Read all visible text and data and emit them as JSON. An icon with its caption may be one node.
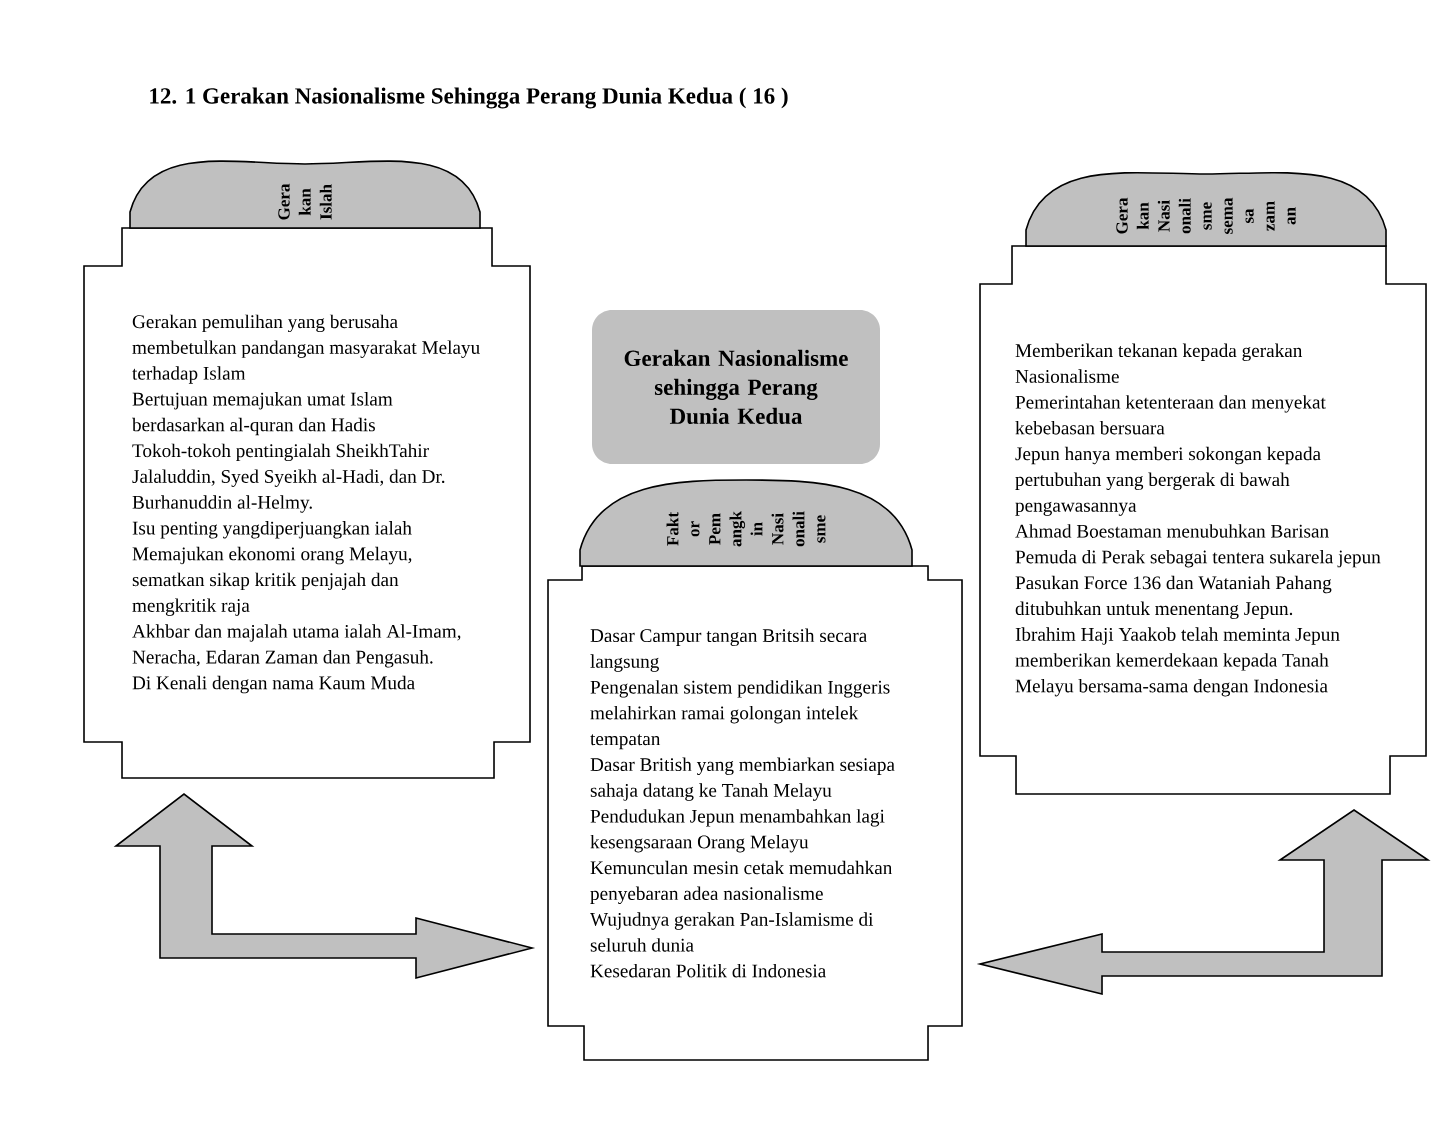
{
  "diagram": {
    "title": "12. 1 Gerakan Nasionalisme Sehingga Perang Dunia Kedua ( 16 )",
    "nodes": [
      {
        "text": [
          "Gera kan Islah",
          "Gerakan pemulihan yang berusaha membetulkan pandangan masyarakat Melayu terhadap Islam",
          "Bertujuan memajukan umat Islam berdasarkan al-quran dan Hadis",
          "Tokoh-tokoh pentingialah SheikhTahir Jalaluddin, Syed Syeikh al-Hadi, dan Dr. Burhanuddin al-Helmy.",
          "Isu penting yangdiperjuangkan ialah Memajukan ekonomi orang Melayu, sematkan sikap kritik penjajah dan mengkritik raja",
          "Akhbar dan majalah utama ialah Al-Imam, Neracha, Edaran Zaman dan Pengasuh.",
          "Di Kenali dengan nama Kaum Muda"
        ]
      },
      {
        "text": [
          "Gerakan Nasionalisme sehingga Perang Dunia Kedua"
        ]
      },
      {
        "text": [
          "Fakt or Pem angk in Nasi onali sme",
          "Dasar Campur tangan Britsih secara langsung",
          "Pengenalan sistem pendidikan Inggeris melahirkan ramai golongan intelek tempatan",
          "Dasar British yang membiarkan sesiapa sahaja datang ke Tanah Melayu",
          "Pendudukan Jepun menambahkan lagi kesengsaraan Orang Melayu",
          "Kemunculan mesin cetak memudahkan penyebaran adea nasionalisme",
          "Wujudnya gerakan Pan-Islamisme di seluruh dunia",
          "Kesedaran Politik di Indonesia"
        ]
      },
      {
        "text": [
          "Gera kan Nasi onali sme sema sa zam an",
          "Memberikan tekanan kepada gerakan Nasionalisme",
          "Pemerintahan ketenteraan dan menyekat kebebasan bersuara",
          "Jepun hanya memberi sokongan kepada pertubuhan yang bergerak di bawah pengawasannya",
          "Ahmad Boestaman menubuhkan Barisan Pemuda di Perak sebagai tentera sukarela jepun",
          "Pasukan Force 136 dan Wataniah Pahang ditubuhkan untuk menentang Jepun.",
          "Ibrahim Haji Yaakob telah meminta Jepun memberikan kemerdekaan kepada Tanah Melayu bersama-sama dengan Indonesia"
        ]
      }
    ],
    "edges": [
      {
        "from": 0,
        "to": 2,
        "arrow": "both"
      },
      {
        "from": 3,
        "to": 2,
        "arrow": "both"
      }
    ]
  }
}
